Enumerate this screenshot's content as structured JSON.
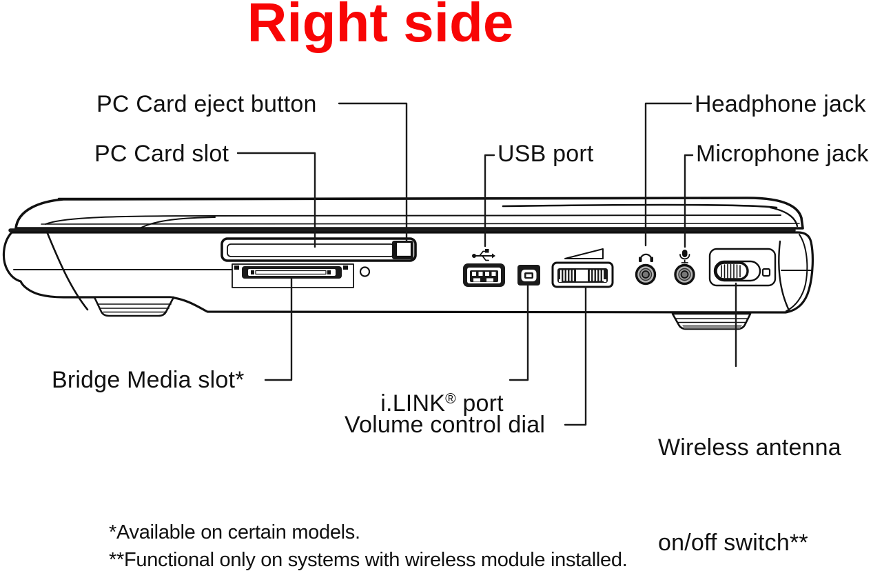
{
  "title": "Right side",
  "colors": {
    "title": "#F80505",
    "ink": "#111111"
  },
  "callouts": {
    "pc_card_eject": {
      "label": "PC Card eject button"
    },
    "pc_card_slot": {
      "label": "PC Card slot"
    },
    "usb_port": {
      "label": "USB port"
    },
    "headphone_jack": {
      "label": "Headphone jack"
    },
    "microphone_jack": {
      "label": "Microphone jack"
    },
    "bridge_media_slot": {
      "label": "Bridge Media slot*"
    },
    "ilink_port": {
      "name": "i.LINK",
      "trademark": "®",
      "suffix": " port"
    },
    "volume_control_dial": {
      "label": "Volume control dial"
    },
    "wireless_switch": {
      "line1": "Wireless antenna",
      "line2": "on/off switch**"
    }
  },
  "footnotes": [
    "*Available on certain models.",
    "**Functional only on systems with wireless module installed."
  ],
  "icons": {
    "usb_symbol": "usb-trident-icon",
    "volume_symbol": "volume-wedge-icon",
    "headphone_symbol": "headphone-icon",
    "microphone_symbol": "microphone-icon"
  }
}
